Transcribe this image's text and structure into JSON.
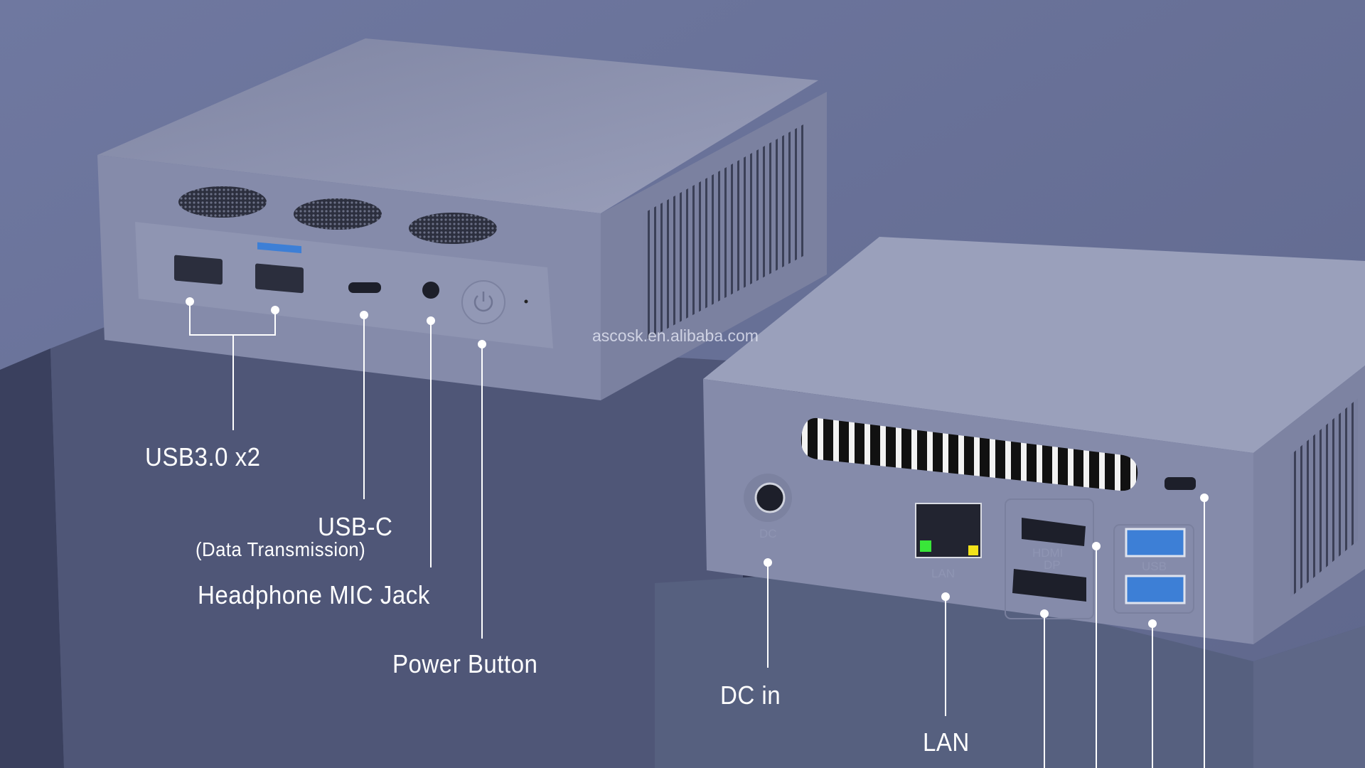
{
  "watermark": "ascosk.en.alibaba.com",
  "callouts": {
    "usb3": "USB3.0 x2",
    "usbc": "USB-C",
    "usbc_note": "(Data Transmission)",
    "headphone": "Headphone MIC Jack",
    "power": "Power Button",
    "dc": "DC in",
    "lan": "LAN"
  },
  "port_etchings": {
    "dc": "DC",
    "lan": "LAN",
    "hdmi": "HDMI",
    "dp": "DP",
    "usb": "USB"
  },
  "colors": {
    "background": "#6b7398",
    "pedestal": "#4f5677",
    "device_body": "#858baa",
    "callout": "#ffffff",
    "lan_led_green": "#39e639",
    "lan_led_yellow": "#f2e21a",
    "usb_blue": "#3d7fd6"
  }
}
